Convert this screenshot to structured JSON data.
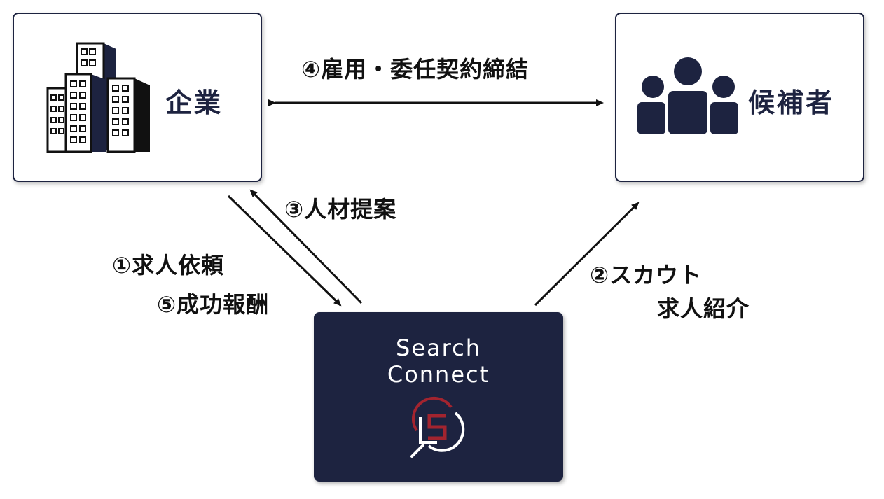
{
  "nodes": {
    "company": {
      "label": "企業",
      "icon": "buildings-icon"
    },
    "candidates": {
      "label": "候補者",
      "icon": "people-icon"
    },
    "service": {
      "name_line1": "Search",
      "name_line2": "Connect",
      "icon": "search-connect-logo-icon"
    }
  },
  "steps": {
    "step1": "①求人依頼",
    "step2_line1": "②スカウト",
    "step2_line2": "求人紹介",
    "step3": "③人材提案",
    "step4": "④雇用・委任契約締結",
    "step5": "⑤成功報酬"
  },
  "colors": {
    "navy": "#1d2340",
    "logo_red": "#a3242f",
    "white": "#ffffff",
    "arrow": "#111111"
  }
}
